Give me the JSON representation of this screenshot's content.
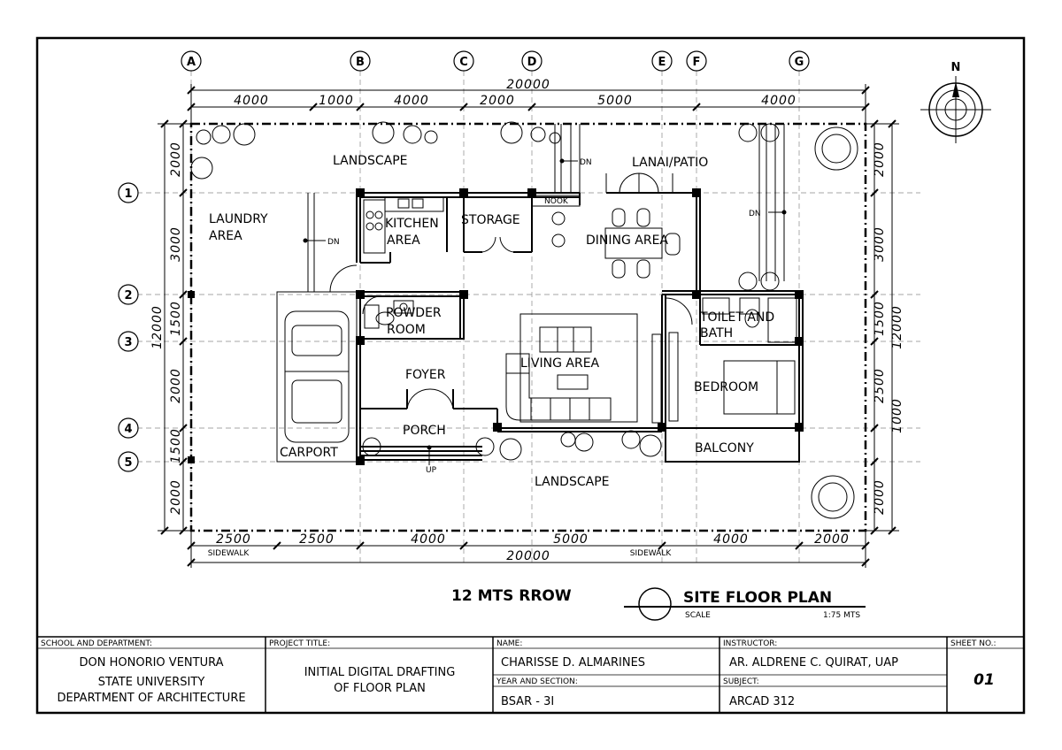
{
  "grid": {
    "columns": [
      "A",
      "B",
      "C",
      "D",
      "E",
      "F",
      "G"
    ],
    "rows": [
      "1",
      "2",
      "3",
      "4",
      "5"
    ],
    "north": "N"
  },
  "dims": {
    "top_total": "20000",
    "top": [
      "4000",
      "1000",
      "4000",
      "2000",
      "5000",
      "4000"
    ],
    "bottom_total": "20000",
    "bottom": [
      "2500",
      "2500",
      "4000",
      "5000",
      "4000",
      "2000"
    ],
    "left_total": "12000",
    "left": [
      "2000",
      "3000",
      "1500",
      "2000",
      "1500",
      "2000"
    ],
    "right_total": "12000",
    "right": [
      "2000",
      "3000",
      "1500",
      "2500",
      "1000",
      "2000"
    ],
    "sidewalk_left": "SIDEWALK",
    "sidewalk_right": "SIDEWALK"
  },
  "rooms": {
    "landscape_top": "LANDSCAPE",
    "lanai": "LANAI/PATIO",
    "laundry_1": "LAUNDRY",
    "laundry_2": "AREA",
    "kitchen_1": "KITCHEN",
    "kitchen_2": "AREA",
    "storage": "STORAGE",
    "nook": "NOOK",
    "dining": "DINING AREA",
    "powder_1": "POWDER",
    "powder_2": "ROOM",
    "toilet_1": "TOILET AND",
    "toilet_2": "BATH",
    "living": "LIVING AREA",
    "foyer": "FOYER",
    "bedroom": "BEDROOM",
    "porch": "PORCH",
    "carport": "CARPORT",
    "balcony": "BALCONY",
    "landscape_bottom": "LANDSCAPE",
    "dn1": "DN",
    "dn2": "DN",
    "dn3": "DN",
    "up": "UP"
  },
  "captions": {
    "road": "12 MTS RROW",
    "plan_title": "SITE FLOOR PLAN",
    "scale_label": "SCALE",
    "scale_value": "1:75 MTS"
  },
  "title_block": {
    "school_label": "SCHOOL AND DEPARTMENT:",
    "school_1": "DON HONORIO VENTURA",
    "school_2": "STATE UNIVERSITY",
    "school_3": "DEPARTMENT OF ARCHITECTURE",
    "project_label": "PROJECT TITLE:",
    "project_1": "INITIAL DIGITAL DRAFTING",
    "project_2": "OF FLOOR PLAN",
    "name_label": "NAME:",
    "name": "CHARISSE D. ALMARINES",
    "year_label": "YEAR AND SECTION:",
    "year": "BSAR - 3I",
    "instructor_label": "INSTRUCTOR:",
    "instructor": "AR. ALDRENE C. QUIRAT, UAP",
    "subject_label": "SUBJECT:",
    "subject": "ARCAD 312",
    "sheet_label": "SHEET NO.:",
    "sheet": "01"
  }
}
